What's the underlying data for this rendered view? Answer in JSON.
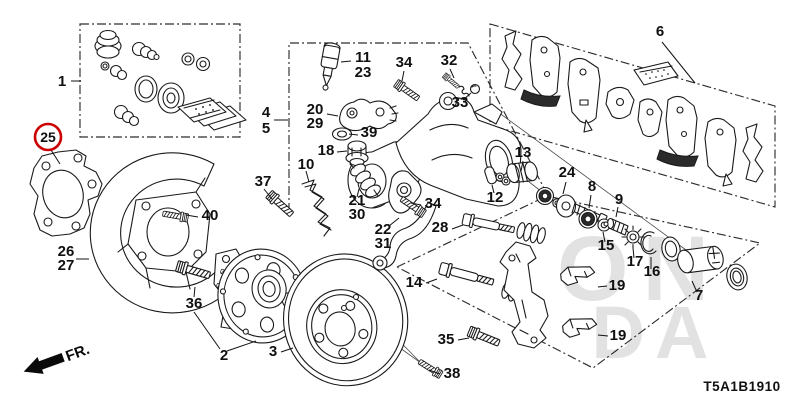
{
  "diagram": {
    "code": "T5A1B1910",
    "fr_label": "FR.",
    "watermark_line1": "ON",
    "watermark_line2": "DA",
    "highlight_color": "#cc0000"
  },
  "callouts": {
    "n1": "1",
    "n2": "2",
    "n3": "3",
    "n4": "4",
    "n5": "5",
    "n6": "6",
    "n7": "7",
    "n8": "8",
    "n9": "9",
    "n10": "10",
    "n11": "11",
    "n12": "12",
    "n13": "13",
    "n14": "14",
    "n15": "15",
    "n16": "16",
    "n17": "17",
    "n18": "18",
    "n19a": "19",
    "n19b": "19",
    "n20": "20",
    "n21": "21",
    "n22": "22",
    "n23": "23",
    "n24": "24",
    "n25": "25",
    "n26": "26",
    "n27": "27",
    "n28": "28",
    "n29": "29",
    "n30": "30",
    "n31": "31",
    "n32": "32",
    "n33": "33",
    "n34a": "34",
    "n34b": "34",
    "n35": "35",
    "n36": "36",
    "n37": "37",
    "n38": "38",
    "n39": "39",
    "n40": "40"
  }
}
